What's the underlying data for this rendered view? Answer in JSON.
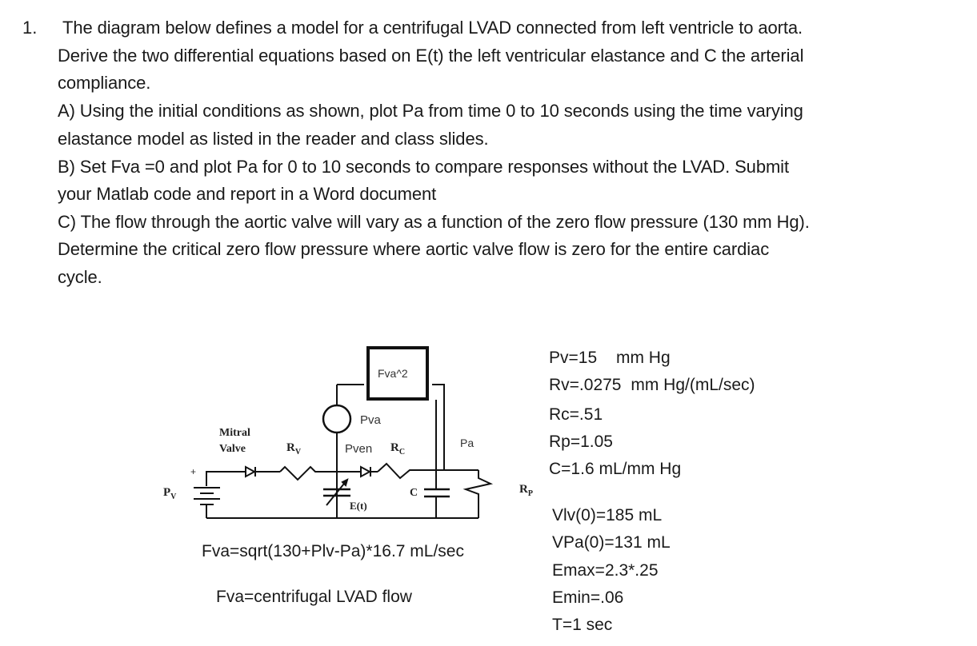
{
  "problem": {
    "number": "1.",
    "lines": [
      "The diagram below defines a model for a centrifugal LVAD connected from left ventricle to aorta.",
      "Derive the two differential equations based on E(t) the left ventricular elastance and C the arterial",
      "compliance.",
      "A) Using the initial conditions as shown, plot Pa from time 0 to 10 seconds using the time varying",
      "elastance model as listed in the reader and class slides.",
      "B) Set Fva =0 and plot Pa for 0 to 10 seconds to compare responses without the LVAD.  Submit",
      "your Matlab code and report in a Word document",
      "C) The flow through the aortic valve will vary as a function of the zero flow pressure (130 mm Hg).",
      "Determine the critical zero flow pressure where aortic valve flow is zero for the entire cardiac",
      "cycle."
    ]
  },
  "diagram": {
    "pump_box": "Fva^2",
    "pva": "Pva",
    "mitral_line1": "Mitral",
    "mitral_line2": "Valve",
    "rv": "R",
    "rv_sub": "V",
    "pven": "Pven",
    "rc": "R",
    "rc_sub": "C",
    "pa": "Pa",
    "plus": "+",
    "pv": "P",
    "pv_sub": "V",
    "et": "E(t)",
    "c": "C",
    "rp": "R",
    "rp_sub": "P"
  },
  "formulas": {
    "fva_eq": "Fva=sqrt(130+Plv-Pa)*16.7 mL/sec",
    "fva_def": "Fva=centrifugal LVAD flow"
  },
  "parameters": [
    {
      "name": "Pv=15",
      "unit": "mm Hg"
    },
    {
      "name": "Rv=.0275",
      "unit": "mm Hg/(mL/sec)"
    },
    {
      "name": "Rc=.51",
      "unit": ""
    },
    {
      "name": "Rp=1.05",
      "unit": ""
    },
    {
      "name": "C=1.6 mL/mm Hg",
      "unit": ""
    }
  ],
  "initial_conditions": [
    "Vlv(0)=185 mL",
    "VPa(0)=131 mL",
    "Emax=2.3*.25",
    "Emin=.06",
    "T=1 sec"
  ]
}
